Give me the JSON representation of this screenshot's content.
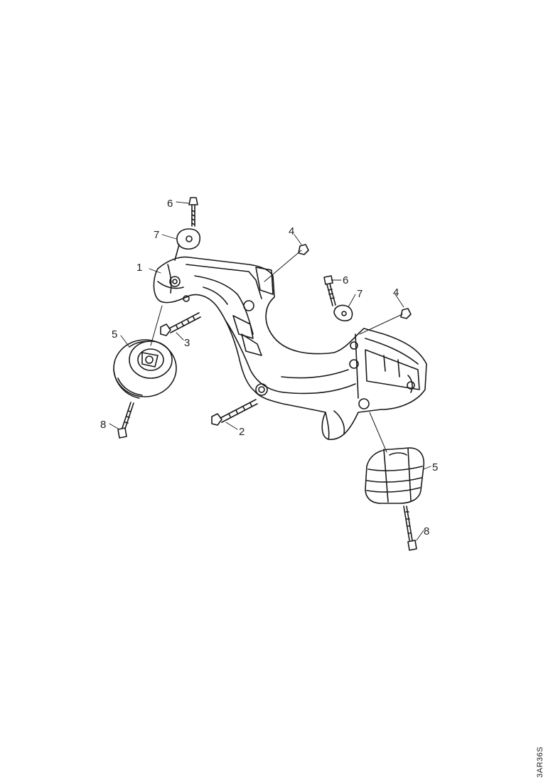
{
  "diagram": {
    "callouts": [
      {
        "id": "c1",
        "text": "1"
      },
      {
        "id": "c2",
        "text": "2"
      },
      {
        "id": "c3",
        "text": "3"
      },
      {
        "id": "c4a",
        "text": "4"
      },
      {
        "id": "c4b",
        "text": "4"
      },
      {
        "id": "c5a",
        "text": "5"
      },
      {
        "id": "c5b",
        "text": "5"
      },
      {
        "id": "c6a",
        "text": "6"
      },
      {
        "id": "c6b",
        "text": "6"
      },
      {
        "id": "c7a",
        "text": "7"
      },
      {
        "id": "c7b",
        "text": "7"
      },
      {
        "id": "c8a",
        "text": "8"
      },
      {
        "id": "c8b",
        "text": "8"
      }
    ],
    "drawing_code": "3AR36S"
  }
}
